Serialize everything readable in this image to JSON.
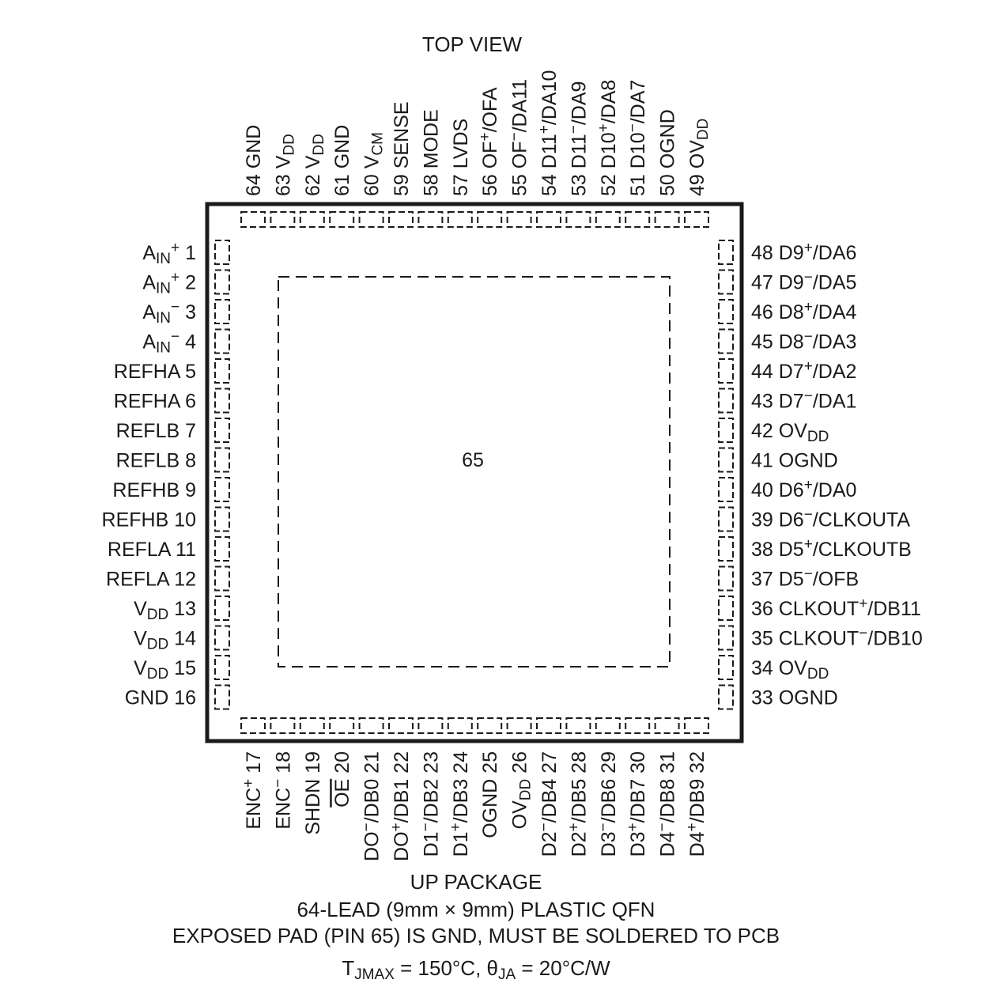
{
  "view_title": "TOP VIEW",
  "exposed_pad_label": "65",
  "pins": {
    "left": [
      {
        "label": [
          [
            "A"
          ],
          [
            "IN",
            "sub"
          ],
          [
            "+",
            "sup"
          ],
          [
            " 1"
          ]
        ]
      },
      {
        "label": [
          [
            "A"
          ],
          [
            "IN",
            "sub"
          ],
          [
            "+",
            "sup"
          ],
          [
            " 2"
          ]
        ]
      },
      {
        "label": [
          [
            "A"
          ],
          [
            "IN",
            "sub"
          ],
          [
            "−",
            "sup"
          ],
          [
            " 3"
          ]
        ]
      },
      {
        "label": [
          [
            "A"
          ],
          [
            "IN",
            "sub"
          ],
          [
            "−",
            "sup"
          ],
          [
            " 4"
          ]
        ]
      },
      {
        "label": [
          [
            "REFHA 5"
          ]
        ]
      },
      {
        "label": [
          [
            "REFHA 6"
          ]
        ]
      },
      {
        "label": [
          [
            "REFLB 7"
          ]
        ]
      },
      {
        "label": [
          [
            "REFLB 8"
          ]
        ]
      },
      {
        "label": [
          [
            "REFHB 9"
          ]
        ]
      },
      {
        "label": [
          [
            "REFHB 10"
          ]
        ]
      },
      {
        "label": [
          [
            "REFLA 11"
          ]
        ]
      },
      {
        "label": [
          [
            "REFLA 12"
          ]
        ]
      },
      {
        "label": [
          [
            "V"
          ],
          [
            "DD",
            "sub"
          ],
          [
            " 13"
          ]
        ]
      },
      {
        "label": [
          [
            "V"
          ],
          [
            "DD",
            "sub"
          ],
          [
            " 14"
          ]
        ]
      },
      {
        "label": [
          [
            "V"
          ],
          [
            "DD",
            "sub"
          ],
          [
            " 15"
          ]
        ]
      },
      {
        "label": [
          [
            "GND 16"
          ]
        ]
      }
    ],
    "right": [
      {
        "label": [
          [
            "48 D9"
          ],
          [
            "+",
            "sup"
          ],
          [
            "/DA6"
          ]
        ]
      },
      {
        "label": [
          [
            "47 D9"
          ],
          [
            "−",
            "sup"
          ],
          [
            "/DA5"
          ]
        ]
      },
      {
        "label": [
          [
            "46 D8"
          ],
          [
            "+",
            "sup"
          ],
          [
            "/DA4"
          ]
        ]
      },
      {
        "label": [
          [
            "45 D8"
          ],
          [
            "−",
            "sup"
          ],
          [
            "/DA3"
          ]
        ]
      },
      {
        "label": [
          [
            "44 D7"
          ],
          [
            "+",
            "sup"
          ],
          [
            "/DA2"
          ]
        ]
      },
      {
        "label": [
          [
            "43 D7"
          ],
          [
            "−",
            "sup"
          ],
          [
            "/DA1"
          ]
        ]
      },
      {
        "label": [
          [
            "42 OV"
          ],
          [
            "DD",
            "sub"
          ]
        ]
      },
      {
        "label": [
          [
            "41 OGND"
          ]
        ]
      },
      {
        "label": [
          [
            "40 D6"
          ],
          [
            "+",
            "sup"
          ],
          [
            "/DA0"
          ]
        ]
      },
      {
        "label": [
          [
            "39 D6"
          ],
          [
            "−",
            "sup"
          ],
          [
            "/CLKOUTA"
          ]
        ]
      },
      {
        "label": [
          [
            "38 D5"
          ],
          [
            "+",
            "sup"
          ],
          [
            "/CLKOUTB"
          ]
        ]
      },
      {
        "label": [
          [
            "37 D5"
          ],
          [
            "−",
            "sup"
          ],
          [
            "/OFB"
          ]
        ]
      },
      {
        "label": [
          [
            "36 CLKOUT"
          ],
          [
            "+",
            "sup"
          ],
          [
            "/DB11"
          ]
        ]
      },
      {
        "label": [
          [
            "35 CLKOUT"
          ],
          [
            "−",
            "sup"
          ],
          [
            "/DB10"
          ]
        ]
      },
      {
        "label": [
          [
            "34 OV"
          ],
          [
            "DD",
            "sub"
          ]
        ]
      },
      {
        "label": [
          [
            "33 OGND"
          ]
        ]
      }
    ],
    "top": [
      {
        "label": [
          [
            "64 GND"
          ]
        ]
      },
      {
        "label": [
          [
            "63 V"
          ],
          [
            "DD",
            "sub"
          ]
        ]
      },
      {
        "label": [
          [
            "62 V"
          ],
          [
            "DD",
            "sub"
          ]
        ]
      },
      {
        "label": [
          [
            "61 GND"
          ]
        ]
      },
      {
        "label": [
          [
            "60 V"
          ],
          [
            "CM",
            "sub"
          ]
        ]
      },
      {
        "label": [
          [
            "59 SENSE"
          ]
        ]
      },
      {
        "label": [
          [
            "58 MODE"
          ]
        ]
      },
      {
        "label": [
          [
            "57 LVDS"
          ]
        ]
      },
      {
        "label": [
          [
            "56 OF"
          ],
          [
            "+",
            "sup"
          ],
          [
            "/OFA"
          ]
        ]
      },
      {
        "label": [
          [
            "55 OF"
          ],
          [
            "−",
            "sup"
          ],
          [
            "/DA11"
          ]
        ]
      },
      {
        "label": [
          [
            "54 D11"
          ],
          [
            "+",
            "sup"
          ],
          [
            "/DA10"
          ]
        ]
      },
      {
        "label": [
          [
            "53 D11"
          ],
          [
            "−",
            "sup"
          ],
          [
            "/DA9"
          ]
        ]
      },
      {
        "label": [
          [
            "52 D10"
          ],
          [
            "+",
            "sup"
          ],
          [
            "/DA8"
          ]
        ]
      },
      {
        "label": [
          [
            "51 D10"
          ],
          [
            "−",
            "sup"
          ],
          [
            "/DA7"
          ]
        ]
      },
      {
        "label": [
          [
            "50 OGND"
          ]
        ]
      },
      {
        "label": [
          [
            "49 OV"
          ],
          [
            "DD",
            "sub"
          ]
        ]
      }
    ],
    "bottom": [
      {
        "label": [
          [
            "ENC"
          ],
          [
            "+",
            "sup"
          ],
          [
            " 17"
          ]
        ]
      },
      {
        "label": [
          [
            "ENC"
          ],
          [
            "−",
            "sup"
          ],
          [
            " 18"
          ]
        ]
      },
      {
        "label": [
          [
            "SHDN 19"
          ]
        ]
      },
      {
        "label": [
          [
            "OE",
            "over"
          ],
          [
            " 20"
          ]
        ]
      },
      {
        "label": [
          [
            "DO"
          ],
          [
            "−",
            "sup"
          ],
          [
            "/DB0 21"
          ]
        ]
      },
      {
        "label": [
          [
            "DO"
          ],
          [
            "+",
            "sup"
          ],
          [
            "/DB1 22"
          ]
        ]
      },
      {
        "label": [
          [
            "D1"
          ],
          [
            "−",
            "sup"
          ],
          [
            "/DB2 23"
          ]
        ]
      },
      {
        "label": [
          [
            "D1"
          ],
          [
            "+",
            "sup"
          ],
          [
            "/DB3 24"
          ]
        ]
      },
      {
        "label": [
          [
            "OGND 25"
          ]
        ]
      },
      {
        "label": [
          [
            "OV"
          ],
          [
            "DD",
            "sub"
          ],
          [
            " 26"
          ]
        ]
      },
      {
        "label": [
          [
            "D2"
          ],
          [
            "−",
            "sup"
          ],
          [
            "/DB4 27"
          ]
        ]
      },
      {
        "label": [
          [
            "D2"
          ],
          [
            "+",
            "sup"
          ],
          [
            "/DB5 28"
          ]
        ]
      },
      {
        "label": [
          [
            "D3"
          ],
          [
            "−",
            "sup"
          ],
          [
            "/DB6 29"
          ]
        ]
      },
      {
        "label": [
          [
            "D3"
          ],
          [
            "+",
            "sup"
          ],
          [
            "/DB7 30"
          ]
        ]
      },
      {
        "label": [
          [
            "D4"
          ],
          [
            "−",
            "sup"
          ],
          [
            "/DB8 31"
          ]
        ]
      },
      {
        "label": [
          [
            "D4"
          ],
          [
            "+",
            "sup"
          ],
          [
            "/DB9 32"
          ]
        ]
      }
    ]
  },
  "caption": {
    "line1": "UP PACKAGE",
    "line2": "64-LEAD (9mm × 9mm) PLASTIC QFN",
    "line3": "EXPOSED PAD (PIN 65) IS GND, MUST BE SOLDERED TO PCB",
    "thermal": [
      [
        "T"
      ],
      [
        "JMAX",
        "sub"
      ],
      [
        " = 150°C, θ"
      ],
      [
        "JA",
        "sub"
      ],
      [
        " = 20°C/W"
      ]
    ]
  }
}
